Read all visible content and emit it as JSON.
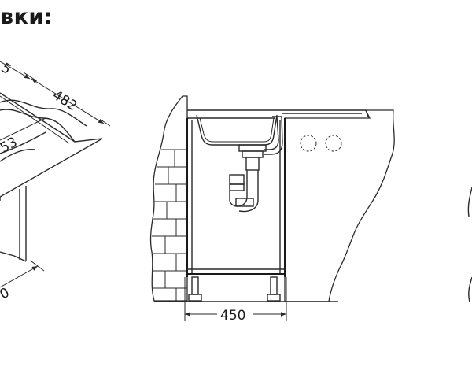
{
  "heading": "вки:",
  "dimensions": {
    "left_top_partial": "5",
    "left_length": "482",
    "left_diagonal": "53",
    "left_bottom_partial": "0",
    "cabinet_width": "450"
  }
}
